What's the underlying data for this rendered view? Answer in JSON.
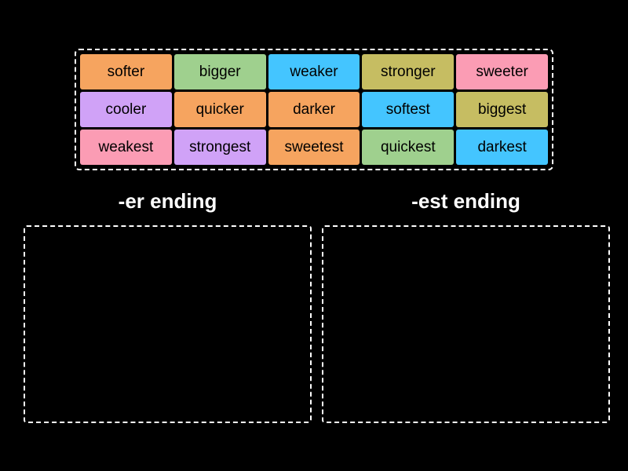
{
  "board": {
    "tiles": [
      {
        "label": "softer",
        "color": "#f6a45f"
      },
      {
        "label": "bigger",
        "color": "#9fd08e"
      },
      {
        "label": "weaker",
        "color": "#44c5ff"
      },
      {
        "label": "stronger",
        "color": "#c6bd62"
      },
      {
        "label": "sweeter",
        "color": "#fb9cb4"
      },
      {
        "label": "cooler",
        "color": "#d0a2f7"
      },
      {
        "label": "quicker",
        "color": "#f6a45f"
      },
      {
        "label": "darker",
        "color": "#f6a45f"
      },
      {
        "label": "softest",
        "color": "#44c5ff"
      },
      {
        "label": "biggest",
        "color": "#c6bd62"
      },
      {
        "label": "weakest",
        "color": "#fb9cb4"
      },
      {
        "label": "strongest",
        "color": "#d0a2f7"
      },
      {
        "label": "sweetest",
        "color": "#f6a45f"
      },
      {
        "label": "quickest",
        "color": "#9fd08e"
      },
      {
        "label": "darkest",
        "color": "#44c5ff"
      }
    ]
  },
  "categories": [
    {
      "label": "-er ending"
    },
    {
      "label": "-est ending"
    }
  ],
  "colors": {
    "background": "#000000",
    "tile_text": "#000000",
    "heading_text": "#ffffff",
    "dashed_border": "#ffffff"
  }
}
